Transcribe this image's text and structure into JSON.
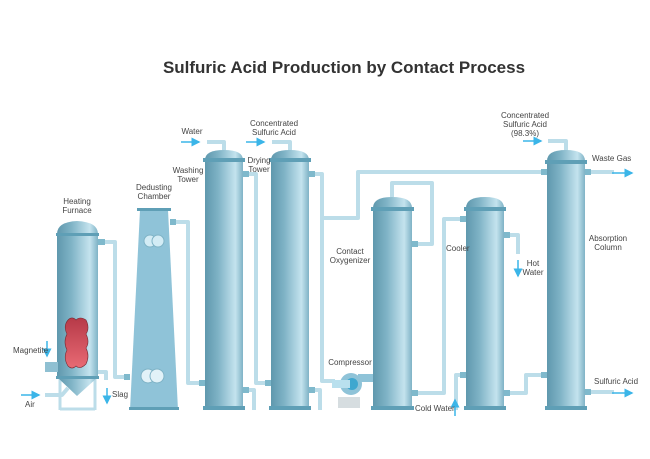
{
  "title": "Sulfuric Acid Production by Contact Process",
  "labels": {
    "heating_furnace": [
      "Heating",
      "Furnace"
    ],
    "dedusting_chamber": [
      "Dedusting",
      "Chamber"
    ],
    "washing_tower": [
      "Washing",
      "Tower"
    ],
    "drying_tower": [
      "Drying",
      "Tower"
    ],
    "water": "Water",
    "conc_acid_1": [
      "Concentrated",
      "Sulfuric Acid"
    ],
    "conc_acid_2": [
      "Concentrated",
      "Sulfuric Acid",
      "(98.3%)"
    ],
    "waste_gas": "Waste Gas",
    "contact_oxygenizer": [
      "Contact",
      "Oxygenizer"
    ],
    "cooler": "Cooler",
    "hot_water": [
      "Hot",
      "Water"
    ],
    "absorption_column": [
      "Absorption",
      "Column"
    ],
    "compressor": "Compressor",
    "cold_water": "Cold Water",
    "sulfuric_acid": "Sulfuric Acid",
    "magnetite": "Magnetite",
    "air": "Air",
    "slag": "Slag"
  },
  "colors": {
    "arrow": "#3bb5e8",
    "pipe": "#bcdde9",
    "vessel": "#8fc0d2",
    "heater": "#d9505e"
  }
}
